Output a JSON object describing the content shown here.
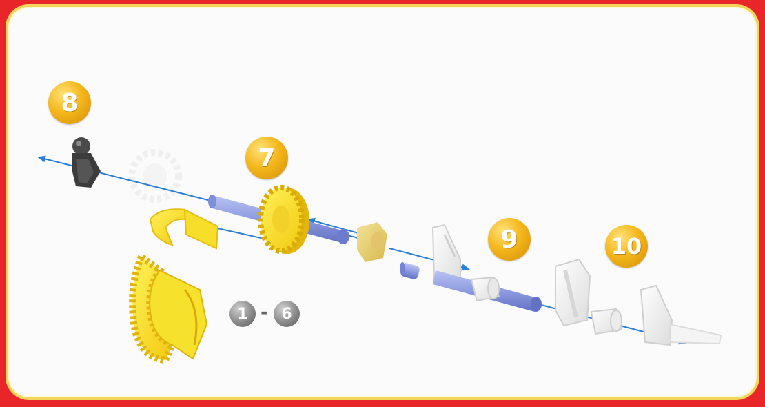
{
  "steps": {
    "step_8": "8",
    "step_7": "7",
    "step_9": "9",
    "step_10": "10"
  },
  "range": {
    "from": "1",
    "separator": "-",
    "to": "6"
  },
  "colors": {
    "background_red": "#e8262a",
    "frame_gold": "#f2d55a",
    "step_gold": "#f4b71c",
    "arrow_blue": "#2a7fd4",
    "axle_purple": "#8f9ee0",
    "gear_yellow": "#f7e21a"
  }
}
